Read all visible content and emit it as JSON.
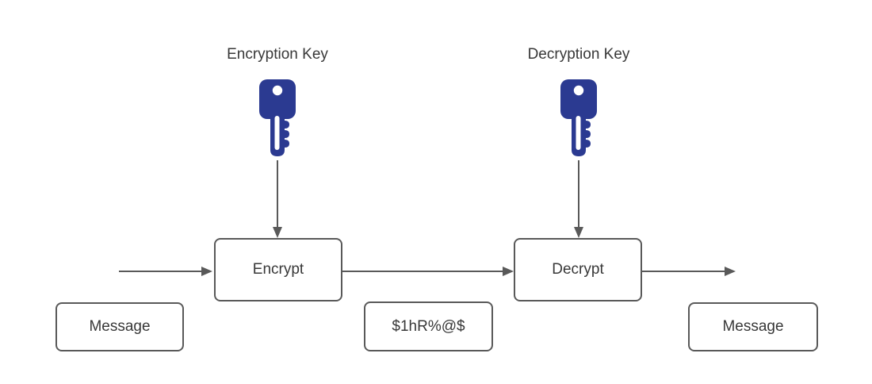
{
  "diagram": {
    "labels": {
      "encryption_key": "Encryption Key",
      "decryption_key": "Decryption Key"
    },
    "nodes": {
      "encrypt": "Encrypt",
      "decrypt": "Decrypt",
      "message_in": "Message",
      "ciphertext": "$1hR%@$",
      "message_out": "Message"
    },
    "icons": {
      "encryption_key": "key-icon",
      "decryption_key": "key-icon"
    },
    "edges": [
      {
        "from": "input",
        "to": "encrypt",
        "style": "arrow-right"
      },
      {
        "from": "encrypt",
        "to": "decrypt",
        "style": "arrow-right"
      },
      {
        "from": "decrypt",
        "to": "output",
        "style": "arrow-right"
      },
      {
        "from": "encryption-key",
        "to": "encrypt",
        "style": "arrow-down"
      },
      {
        "from": "decryption-key",
        "to": "decrypt",
        "style": "arrow-down"
      }
    ],
    "colors": {
      "stroke": "#595959",
      "text": "#383838",
      "key_fill": "#2b3a91",
      "background": "#ffffff"
    }
  }
}
